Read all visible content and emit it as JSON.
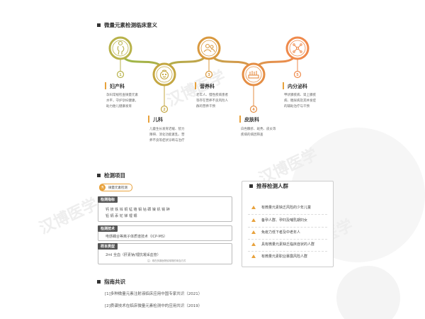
{
  "section1": {
    "title": "微量元素检测临床意义"
  },
  "departments": [
    {
      "num": "1",
      "icon": "pregnant-woman-icon",
      "name": "妇产科",
      "desc": [
        "孕妇常规检查微量元素",
        "水平，守护孕妇健康，",
        "助力胎儿健康发育"
      ]
    },
    {
      "num": "2",
      "icon": "baby-face-icon",
      "name": "儿科",
      "desc": [
        "儿童生长发育迟缓、智力",
        "障碍、消化功能紊乱、营",
        "养不良等症状诊断与治疗"
      ]
    },
    {
      "num": "3",
      "icon": "people-icon",
      "name": "营养科",
      "desc": [
        "老年人、慢性疾病患者",
        "等存在营养不良风险人",
        "群的营养干预"
      ]
    },
    {
      "num": "4",
      "icon": "skin-icon",
      "name": "皮肤科",
      "desc": [
        "白色糠疹、斑秃、皮炎等",
        "疾病的病因筛查"
      ]
    },
    {
      "num": "5",
      "icon": "molecule-icon",
      "name": "内分泌科",
      "desc": [
        "甲状腺疾病、肾上腺疾",
        "病、糖尿病及其并发症",
        "的辅助治疗与干预"
      ]
    }
  ],
  "section2": {
    "title": "检测项目",
    "header_badge": "微量元素检测",
    "items_label": "检测指标",
    "items_line1": "钙 镁 铁 锌 铜 锰 铬 钼 钴 硒 镍 钒 锡 砷",
    "items_line2": "铅 镉 汞 铊 锑 锂 锶",
    "tech_label": "检测技术",
    "tech_value": "电感耦合等离子体质谱技术（ICP-MS）",
    "sample_label": "样本类型",
    "sample_value": "2ml 全血（肝素钠/锂抗凝采血管）",
    "sample_note": "注：现在多数医院较常规的采血方式"
  },
  "section3": {
    "title": "推荐检测人群",
    "items": [
      "有微量元素缺乏风险的少年儿童",
      "备孕人群、孕妇及哺乳期妇女",
      "免疫力低下者及中老年人",
      "具有微量元素缺乏临床症状的人群",
      "有微量元素职业暴露风险人群"
    ]
  },
  "section4": {
    "title": "指南共识",
    "refs": [
      "[1]多种微量元素注射液临床应用中国专家共识（2021）",
      "[2]质谱技术在临床微量元素检测中的应用共识（2019）"
    ]
  },
  "watermark": {
    "text": "汉博医学"
  },
  "colors": {
    "accent": "#e8a23c",
    "gradient_start": "#9ab948",
    "gradient_end": "#ef8a4c",
    "tag_bg": "#555555"
  }
}
